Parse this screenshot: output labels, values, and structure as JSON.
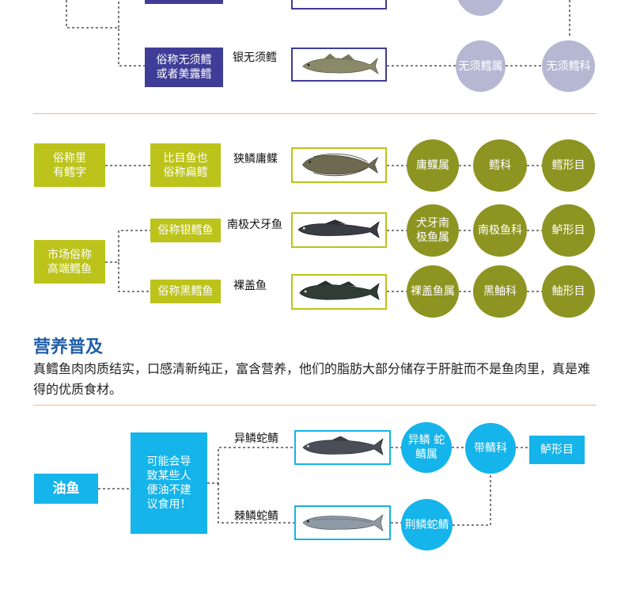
{
  "section1": {
    "box_wuxu": "俗称无须鳕 或者美露鳕",
    "label_yinwuxu": "银无须鳕",
    "circle_genus": "无须鳕属",
    "circle_family": "无须鳕科"
  },
  "section2": {
    "box_li": "俗称里 有鳕字",
    "box_biyu": "比目鱼也 俗称扁鳕",
    "label_xialin": "狭鳞庸鲽",
    "circle_yongdie": "庸鲽属",
    "circle_xueke": "鳕科",
    "circle_xuexingmu": "鳕形目",
    "box_market": "市场俗称 高端鳕鱼",
    "box_silver": "俗称银鳕鱼",
    "label_nanji": "南极犬牙鱼",
    "circle_quanya": "犬牙南 极鱼属",
    "circle_nanjike": "南极鱼科",
    "circle_luxingmu1": "鲈形目",
    "box_black": "俗称黑鳕鱼",
    "label_luogai": "裸盖鱼",
    "circle_luogaishu": "裸盖鱼属",
    "circle_heiyou": "黑鲉科",
    "circle_youxingmu": "鲉形目"
  },
  "nutrition": {
    "title": "营养普及",
    "text": "真鳕鱼肉肉质结实，口感清新纯正，富含营养，他们的脂肪大部分储存于肝脏而不是鱼肉里，真是难得的优质食材。"
  },
  "section3": {
    "box_youyu": "油鱼",
    "box_warning": "可能会导 致某些人 便油不建 议食用！",
    "label_yilin": "异鳞蛇鲭",
    "label_jilin": "棘鳞蛇鲭",
    "circle_yilin": "异鳞 蛇鲭属",
    "circle_jilin": "荆鳞蛇鲭",
    "circle_daijing": "带鲭科",
    "box_luxingmu": "鲈形目"
  },
  "colors": {
    "purple": "#3f3d97",
    "olive": "#bcc31a",
    "olive_dark": "#8d9421",
    "lavender": "#b6b8d3",
    "cyan": "#15b4ea",
    "heading_blue": "#1f5fa8",
    "divider": "#f0b98d"
  }
}
